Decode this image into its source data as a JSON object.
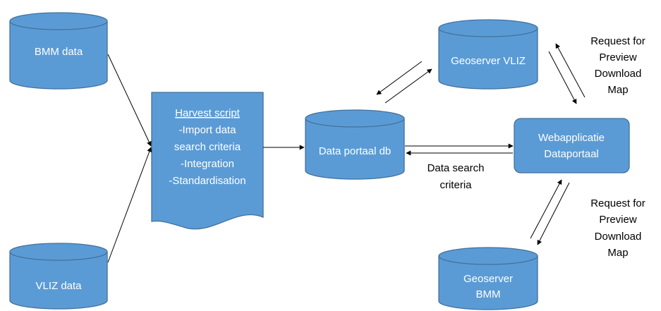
{
  "nodes": {
    "bmm_data": {
      "label": "BMM data"
    },
    "vliz_data": {
      "label": "VLIZ data"
    },
    "harvest_script": {
      "title": "Harvest script",
      "lines": [
        "-Import data",
        "search criteria",
        "-Integration",
        "-Standardisation"
      ]
    },
    "data_portaal_db": {
      "label": "Data portaal db"
    },
    "geoserver_vliz": {
      "label": "Geoserver VLIZ"
    },
    "geoserver_bmm": {
      "lines": [
        "Geoserver",
        "BMM"
      ]
    },
    "webapplicatie": {
      "lines": [
        "Webapplicatie",
        "Dataportaal"
      ]
    }
  },
  "annotations": {
    "request_top": [
      "Request for",
      "Preview",
      "Download",
      "Map"
    ],
    "request_bottom": [
      "Request for",
      "Preview",
      "Download",
      "Map"
    ],
    "data_search": [
      "Data search",
      "criteria"
    ]
  },
  "colors": {
    "node_fill": "#5b9bd5",
    "node_stroke": "#41719c",
    "node_text": "#ffffff",
    "edge": "#000000"
  }
}
